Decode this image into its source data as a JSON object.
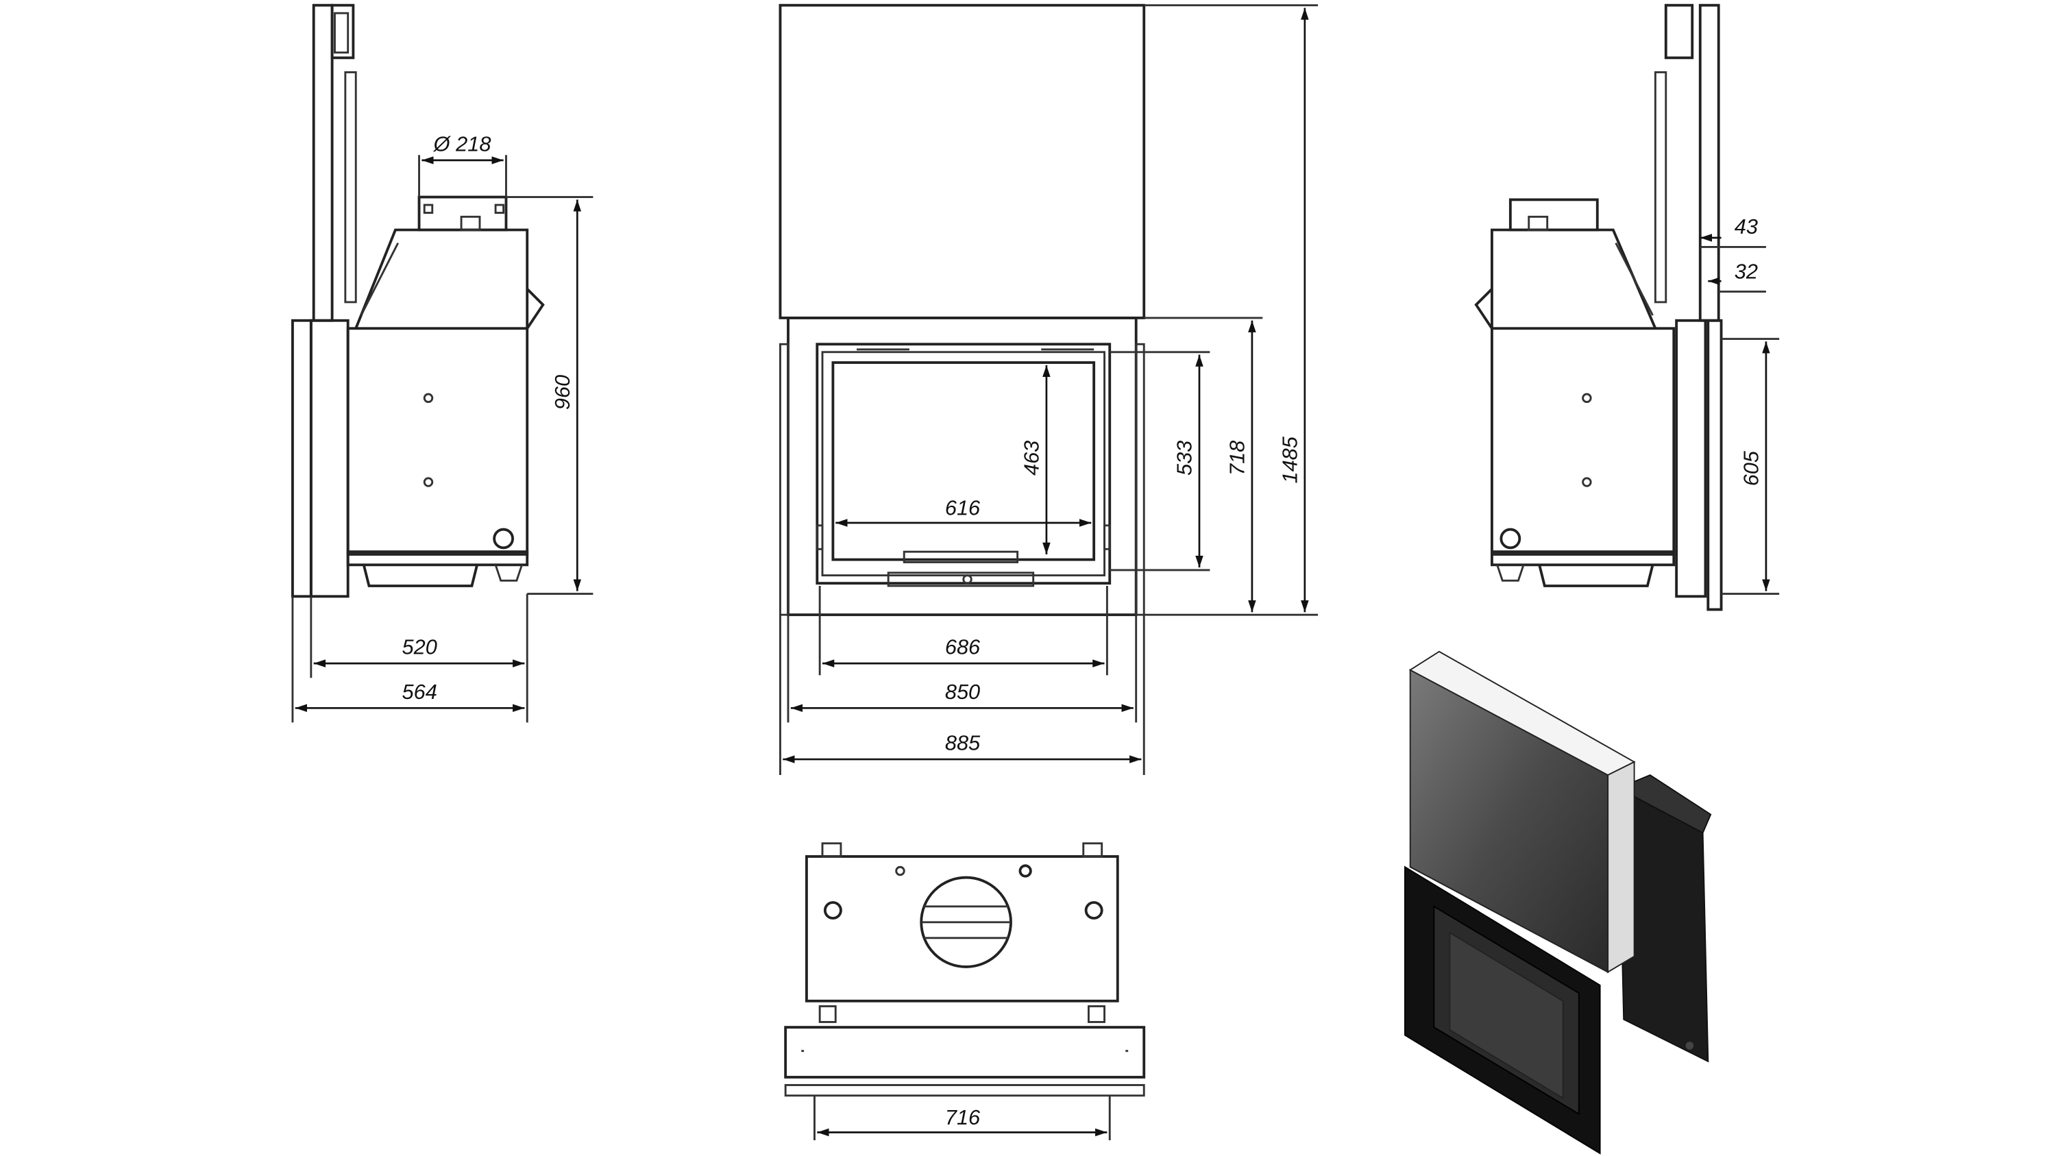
{
  "dimensions": {
    "top_flue_diameter": "Ø 218",
    "side_left_height": "960",
    "side_left_width_inner": "520",
    "side_left_width_outer": "564",
    "front_glass_height": "463",
    "front_glass_width": "616",
    "front_door_height": "533",
    "front_frame_height": "718",
    "front_total_height": "1485",
    "front_door_width": "686",
    "front_frame_width": "850",
    "front_total_width": "885",
    "side_right_offset_top": "43",
    "side_right_offset_bottom": "32",
    "side_right_frame_height": "605",
    "top_view_width": "716"
  },
  "colors": {
    "line": "#222222",
    "panel": "#1a1a1a",
    "background": "#ffffff"
  }
}
